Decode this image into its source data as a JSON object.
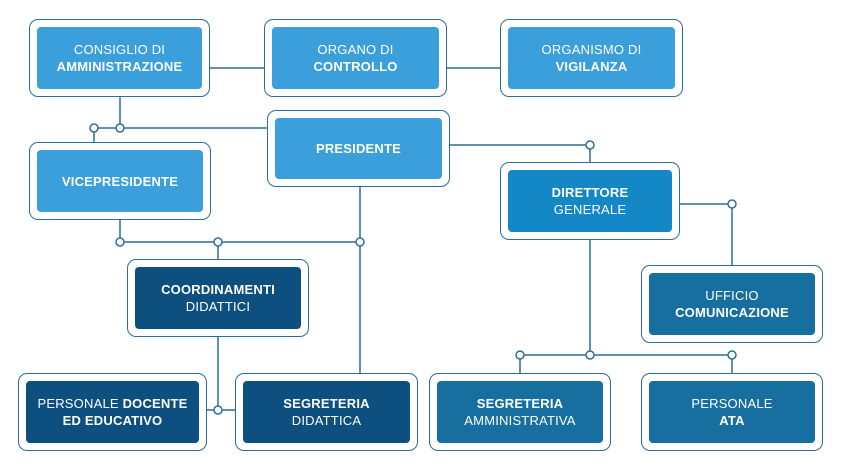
{
  "nodes": {
    "consiglio": {
      "line1": "CONSIGLIO DI",
      "line2": "AMMINISTRAZIONE"
    },
    "organo": {
      "line1": "ORGANO DI",
      "line2": "CONTROLLO"
    },
    "organismo": {
      "line1": "ORGANISMO DI",
      "line2": "VIGILANZA"
    },
    "presidente": {
      "line1": "PRESIDENTE"
    },
    "vicepresidente": {
      "line1": "VICEPRESIDENTE"
    },
    "direttore": {
      "line1": "DIRETTORE",
      "line2": "GENERALE"
    },
    "coordinamenti": {
      "line1": "COORDINAMENTI",
      "line2": "DIDATTICI"
    },
    "ufficio": {
      "line1": "UFFICIO",
      "line2": "COMUNICAZIONE"
    },
    "personale_docente": {
      "line1_a": "PERSONALE ",
      "line1_b": "DOCENTE",
      "line2": "ED EDUCATIVO"
    },
    "segreteria_didattica": {
      "line1": "SEGRETERIA",
      "line2": "DIDATTICA"
    },
    "segreteria_amministrativa": {
      "line1": "SEGRETERIA",
      "line2": "AMMINISTRATIVA"
    },
    "personale_ata": {
      "line1": "PERSONALE",
      "line2": "ATA"
    }
  },
  "colors": {
    "line": "#2c6f96",
    "light_box": "#3a9fda",
    "mid_box": "#1487c7",
    "teal_box": "#176fa0",
    "dark_box": "#0d4f7e"
  }
}
